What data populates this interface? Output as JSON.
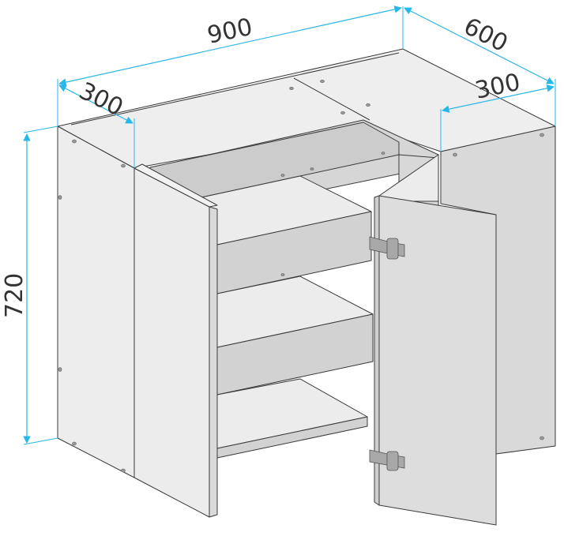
{
  "diagram": {
    "type": "isometric-cabinet-drawing",
    "colors": {
      "dimension_line": "#29b6e8",
      "outline": "#3a3a3a",
      "panel_light": "#ededed",
      "panel_mid": "#e0e0e0",
      "panel_dark": "#cfcfcf",
      "text": "#333333"
    },
    "dimensions": {
      "width": "900",
      "depth_total": "600",
      "depth_left": "300",
      "depth_right": "300",
      "height": "720"
    }
  }
}
